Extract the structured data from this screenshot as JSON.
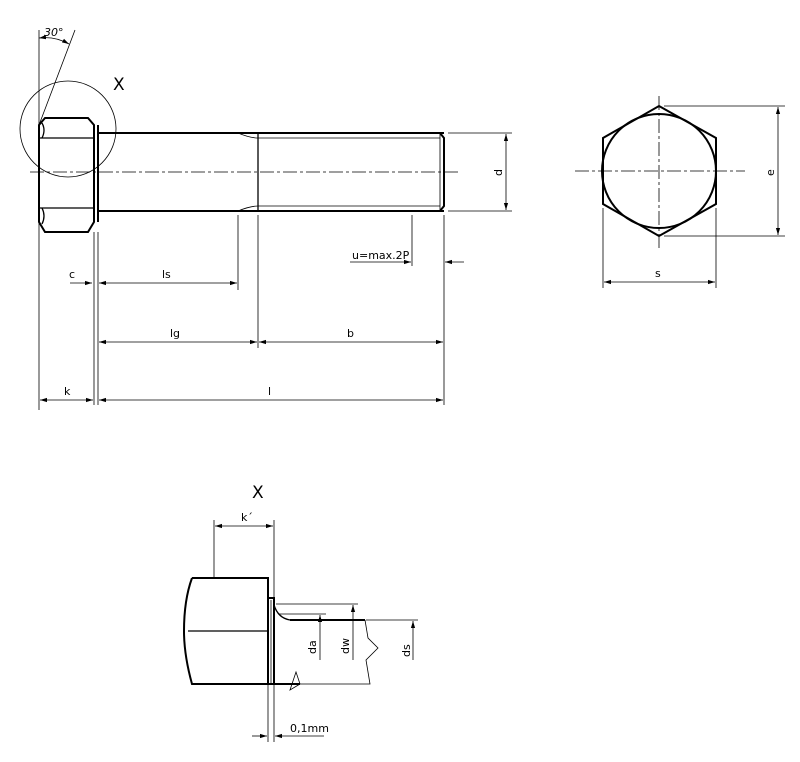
{
  "detail": {
    "detail_mark": "X",
    "detail_view_title": "X"
  },
  "angle": {
    "chamfer_angle": "30°"
  },
  "side_view_labels": {
    "c": "c",
    "ls": "ls",
    "lg": "lg",
    "b": "b",
    "k": "k",
    "l": "l",
    "d": "d",
    "u": "u=max.2P"
  },
  "end_view_labels": {
    "s": "s",
    "e": "e"
  },
  "detail_labels": {
    "k_prime": "k´",
    "da": "da",
    "dw": "dw",
    "ds": "ds",
    "gap": "0,1mm"
  }
}
